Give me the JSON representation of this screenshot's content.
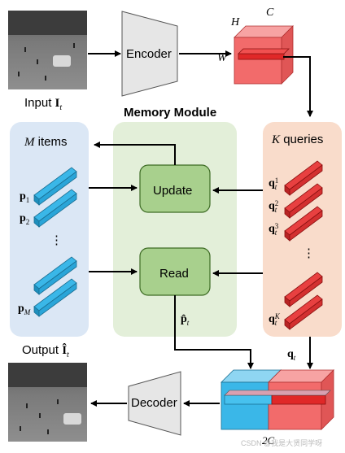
{
  "input": {
    "label": "Input",
    "symbol": "I",
    "sub": "t"
  },
  "output": {
    "label": "Output",
    "symbol": "Î",
    "sub": "t"
  },
  "encoder": {
    "label": "Encoder"
  },
  "decoder": {
    "label": "Decoder"
  },
  "feature_dims": {
    "h": "H",
    "c": "C",
    "w": "W"
  },
  "memory_module": {
    "title": "Memory Module",
    "update_label": "Update",
    "read_label": "Read"
  },
  "items_panel": {
    "title_var": "M",
    "title_word": "items",
    "item_labels": [
      {
        "base": "p",
        "sub": "1"
      },
      {
        "base": "p",
        "sub": "2"
      },
      {
        "base": "p",
        "sub": "M"
      }
    ],
    "ellipsis": "⋮"
  },
  "queries_panel": {
    "title_var": "K",
    "title_word": "queries",
    "query_labels": [
      {
        "base": "q",
        "sub": "t",
        "sup": "1"
      },
      {
        "base": "q",
        "sub": "t",
        "sup": "2"
      },
      {
        "base": "q",
        "sub": "t",
        "sup": "3"
      },
      {
        "base": "q",
        "sub": "t",
        "sup": "K"
      }
    ],
    "ellipsis": "⋮"
  },
  "edges": {
    "read_output": {
      "base": "p̂",
      "sub": "t"
    },
    "query_output": {
      "base": "q",
      "sub": "t"
    },
    "concat_width": "2C"
  },
  "watermark": "CSDN @我是大贤同学呀",
  "colors": {
    "items_bg": "#dbe7f5",
    "memory_bg": "#e3efd9",
    "queries_bg": "#f9dccb",
    "module_box": "#a8d08d",
    "module_border": "#5a8a3a",
    "memory_cube": "#3ab7e8",
    "query_cube": "#e84040",
    "feature_cube": "#f26b6b",
    "encoder_fill": "#e6e6e6"
  }
}
